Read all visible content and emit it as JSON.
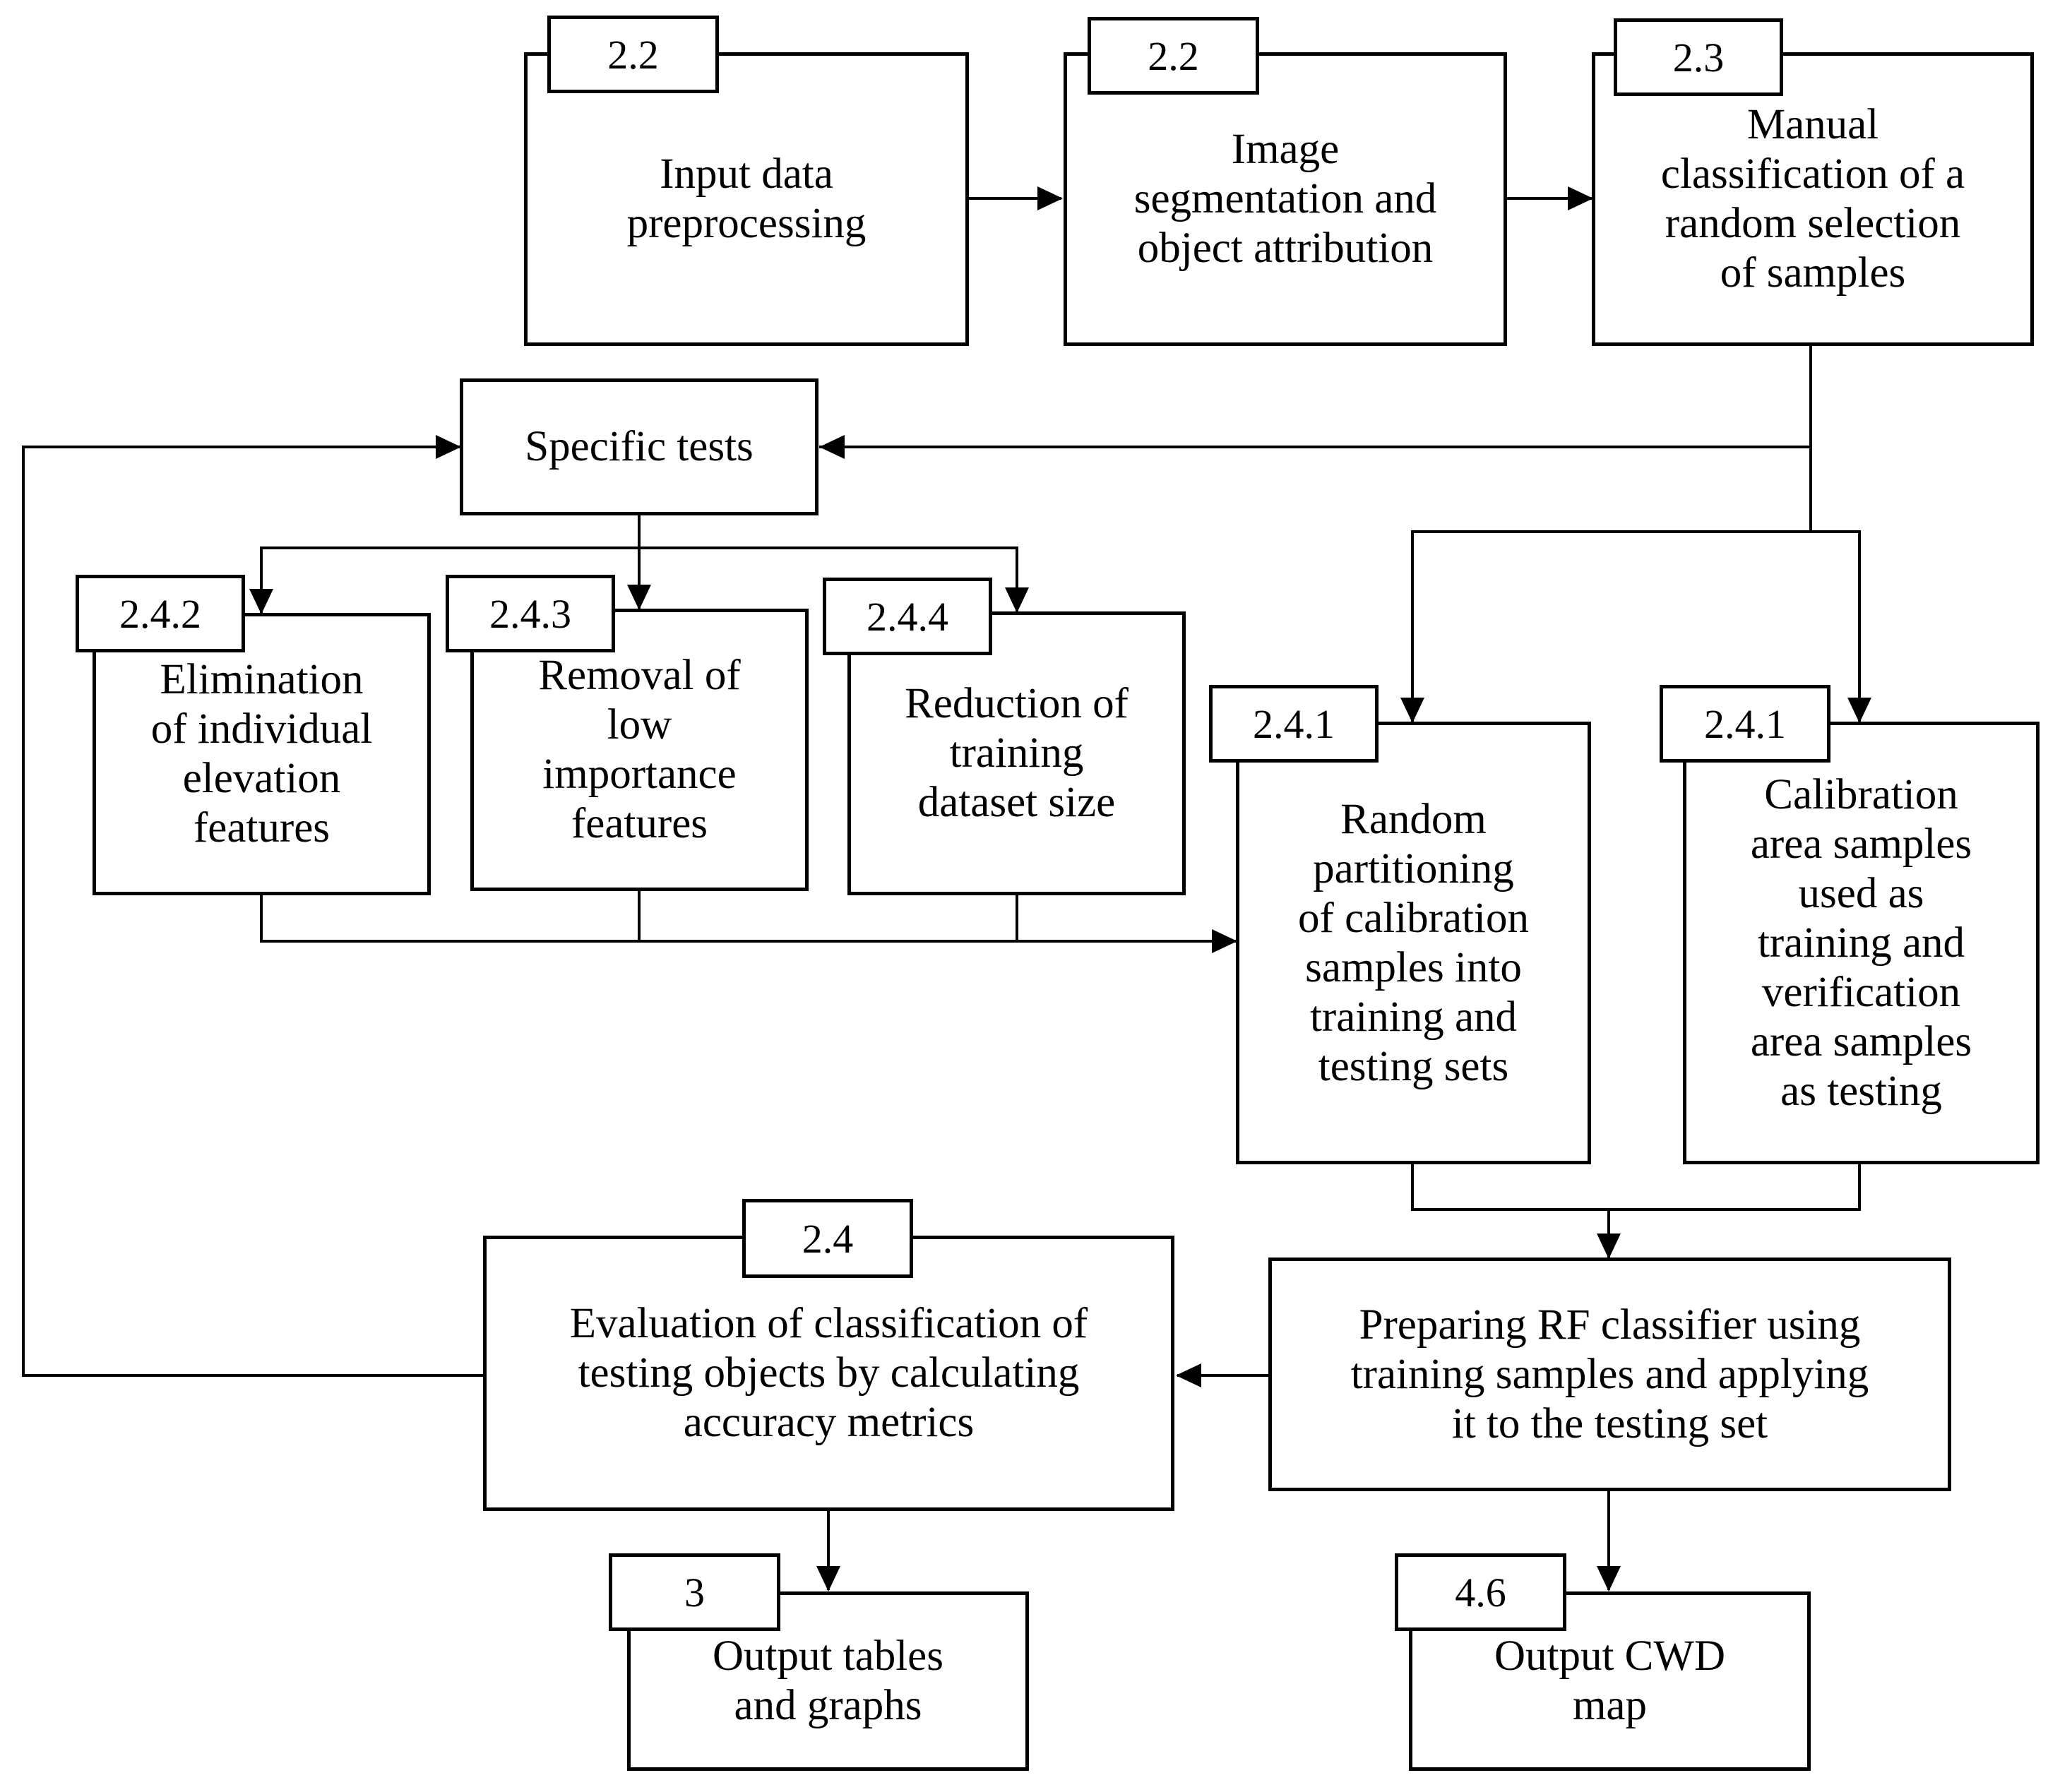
{
  "nodes": {
    "input": {
      "label": "Input data\npreprocessing",
      "tag": "2.2"
    },
    "segmentation": {
      "label": "Image\nsegmentation and\nobject attribution",
      "tag": "2.2"
    },
    "manual": {
      "label": "Manual\nclassification of a\nrandom selection\nof samples",
      "tag": "2.3"
    },
    "specific": {
      "label": "Specific tests"
    },
    "elimination": {
      "label": "Elimination\nof individual\nelevation\nfeatures",
      "tag": "2.4.2"
    },
    "removal": {
      "label": "Removal of\nlow\nimportance\nfeatures",
      "tag": "2.4.3"
    },
    "reduction": {
      "label": "Reduction of\ntraining\ndataset size",
      "tag": "2.4.4"
    },
    "random": {
      "label": "Random\npartitioning\nof calibration\nsamples into\ntraining and\ntesting sets",
      "tag": "2.4.1"
    },
    "calibration": {
      "label": "Calibration\narea samples\nused as\ntraining and\nverification\narea samples\nas testing",
      "tag": "2.4.1"
    },
    "evaluation": {
      "label": "Evaluation of classification of\ntesting objects by calculating\naccuracy metrics",
      "tag": "2.4"
    },
    "preparing": {
      "label": "Preparing RF classifier using\ntraining samples and applying\nit to the testing set"
    },
    "tables": {
      "label": "Output tables\nand graphs",
      "tag": "3"
    },
    "cwd": {
      "label": "Output CWD\nmap",
      "tag": "4.6"
    }
  },
  "edges": [
    {
      "from": "input",
      "to": "segmentation"
    },
    {
      "from": "segmentation",
      "to": "manual"
    },
    {
      "from": "manual",
      "to": "specific"
    },
    {
      "from": "manual",
      "to": "random"
    },
    {
      "from": "manual",
      "to": "calibration"
    },
    {
      "from": "specific",
      "to": "elimination"
    },
    {
      "from": "specific",
      "to": "removal"
    },
    {
      "from": "specific",
      "to": "reduction"
    },
    {
      "from": "elimination",
      "to": "random"
    },
    {
      "from": "removal",
      "to": "random"
    },
    {
      "from": "reduction",
      "to": "random"
    },
    {
      "from": "random",
      "to": "preparing"
    },
    {
      "from": "calibration",
      "to": "preparing"
    },
    {
      "from": "preparing",
      "to": "evaluation"
    },
    {
      "from": "evaluation",
      "to": "specific"
    },
    {
      "from": "evaluation",
      "to": "tables"
    },
    {
      "from": "preparing",
      "to": "cwd"
    }
  ]
}
